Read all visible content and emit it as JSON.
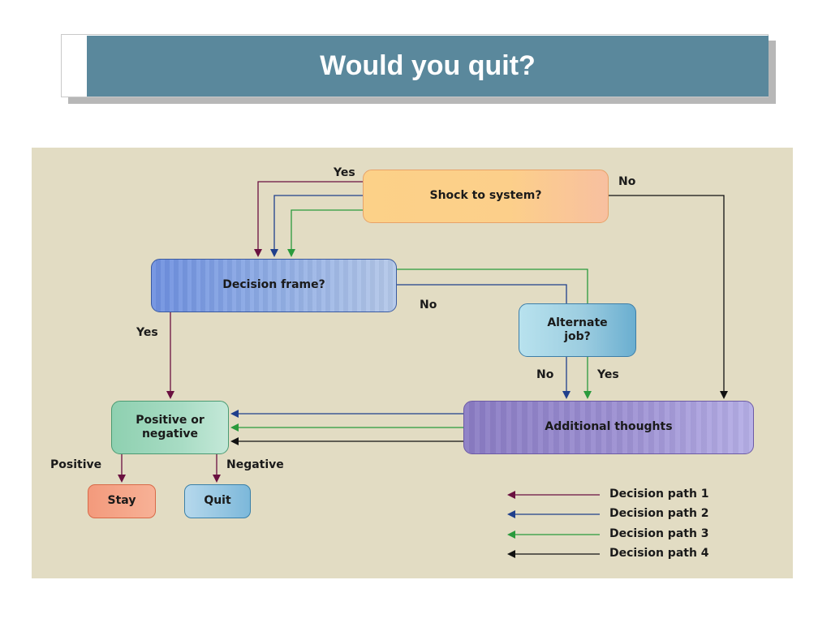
{
  "title": "Would you quit?",
  "nodes": {
    "shock": "Shock to system?",
    "frame": "Decision frame?",
    "alternate": "Alternate job?",
    "additional": "Additional thoughts",
    "posneg": "Positive or negative",
    "stay": "Stay",
    "quit": "Quit"
  },
  "edge_labels": {
    "shock_yes": "Yes",
    "shock_no": "No",
    "frame_no": "No",
    "frame_yes": "Yes",
    "alt_no": "No",
    "alt_yes": "Yes",
    "positive": "Positive",
    "negative": "Negative"
  },
  "legend": [
    {
      "label": "Decision path 1",
      "color": "#6a1040"
    },
    {
      "label": "Decision path 2",
      "color": "#1f3f8c"
    },
    {
      "label": "Decision path 3",
      "color": "#2a9a3c"
    },
    {
      "label": "Decision path 4",
      "color": "#111111"
    }
  ],
  "colors": {
    "title_bar": "#5a889c",
    "diagram_bg": "#e2dcc3",
    "path1": "#6a1040",
    "path2": "#1f3f8c",
    "path3": "#2a9a3c",
    "path4": "#111111"
  }
}
